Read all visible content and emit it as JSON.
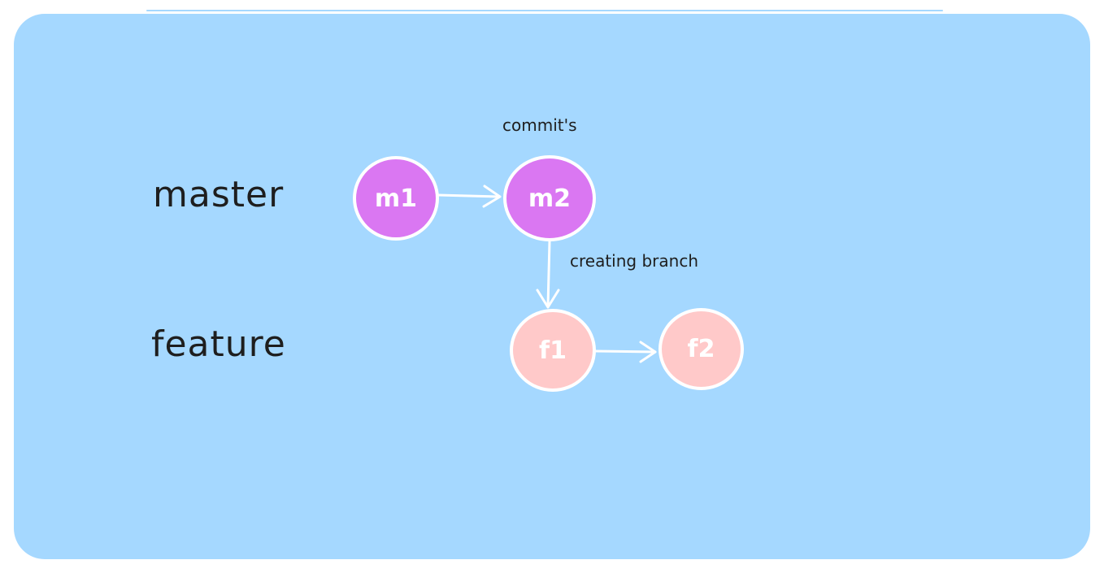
{
  "labels": {
    "commits_caption": "commit's",
    "branch_caption": "creating branch"
  },
  "branches": [
    {
      "name": "master"
    },
    {
      "name": "feature"
    }
  ],
  "commits": [
    {
      "id": "m1",
      "label": "m1",
      "branch": "master"
    },
    {
      "id": "m2",
      "label": "m2",
      "branch": "master"
    },
    {
      "id": "f1",
      "label": "f1",
      "branch": "feature"
    },
    {
      "id": "f2",
      "label": "f2",
      "branch": "feature"
    }
  ],
  "edges": [
    {
      "from": "m1",
      "to": "m2"
    },
    {
      "from": "m2",
      "to": "f1"
    },
    {
      "from": "f1",
      "to": "f2"
    }
  ],
  "colors": {
    "background": "#a5d8ff",
    "master_commit": "#da77f2",
    "feature_commit": "#ffc9c9",
    "stroke": "#ffffff",
    "text": "#1e1e1e"
  }
}
